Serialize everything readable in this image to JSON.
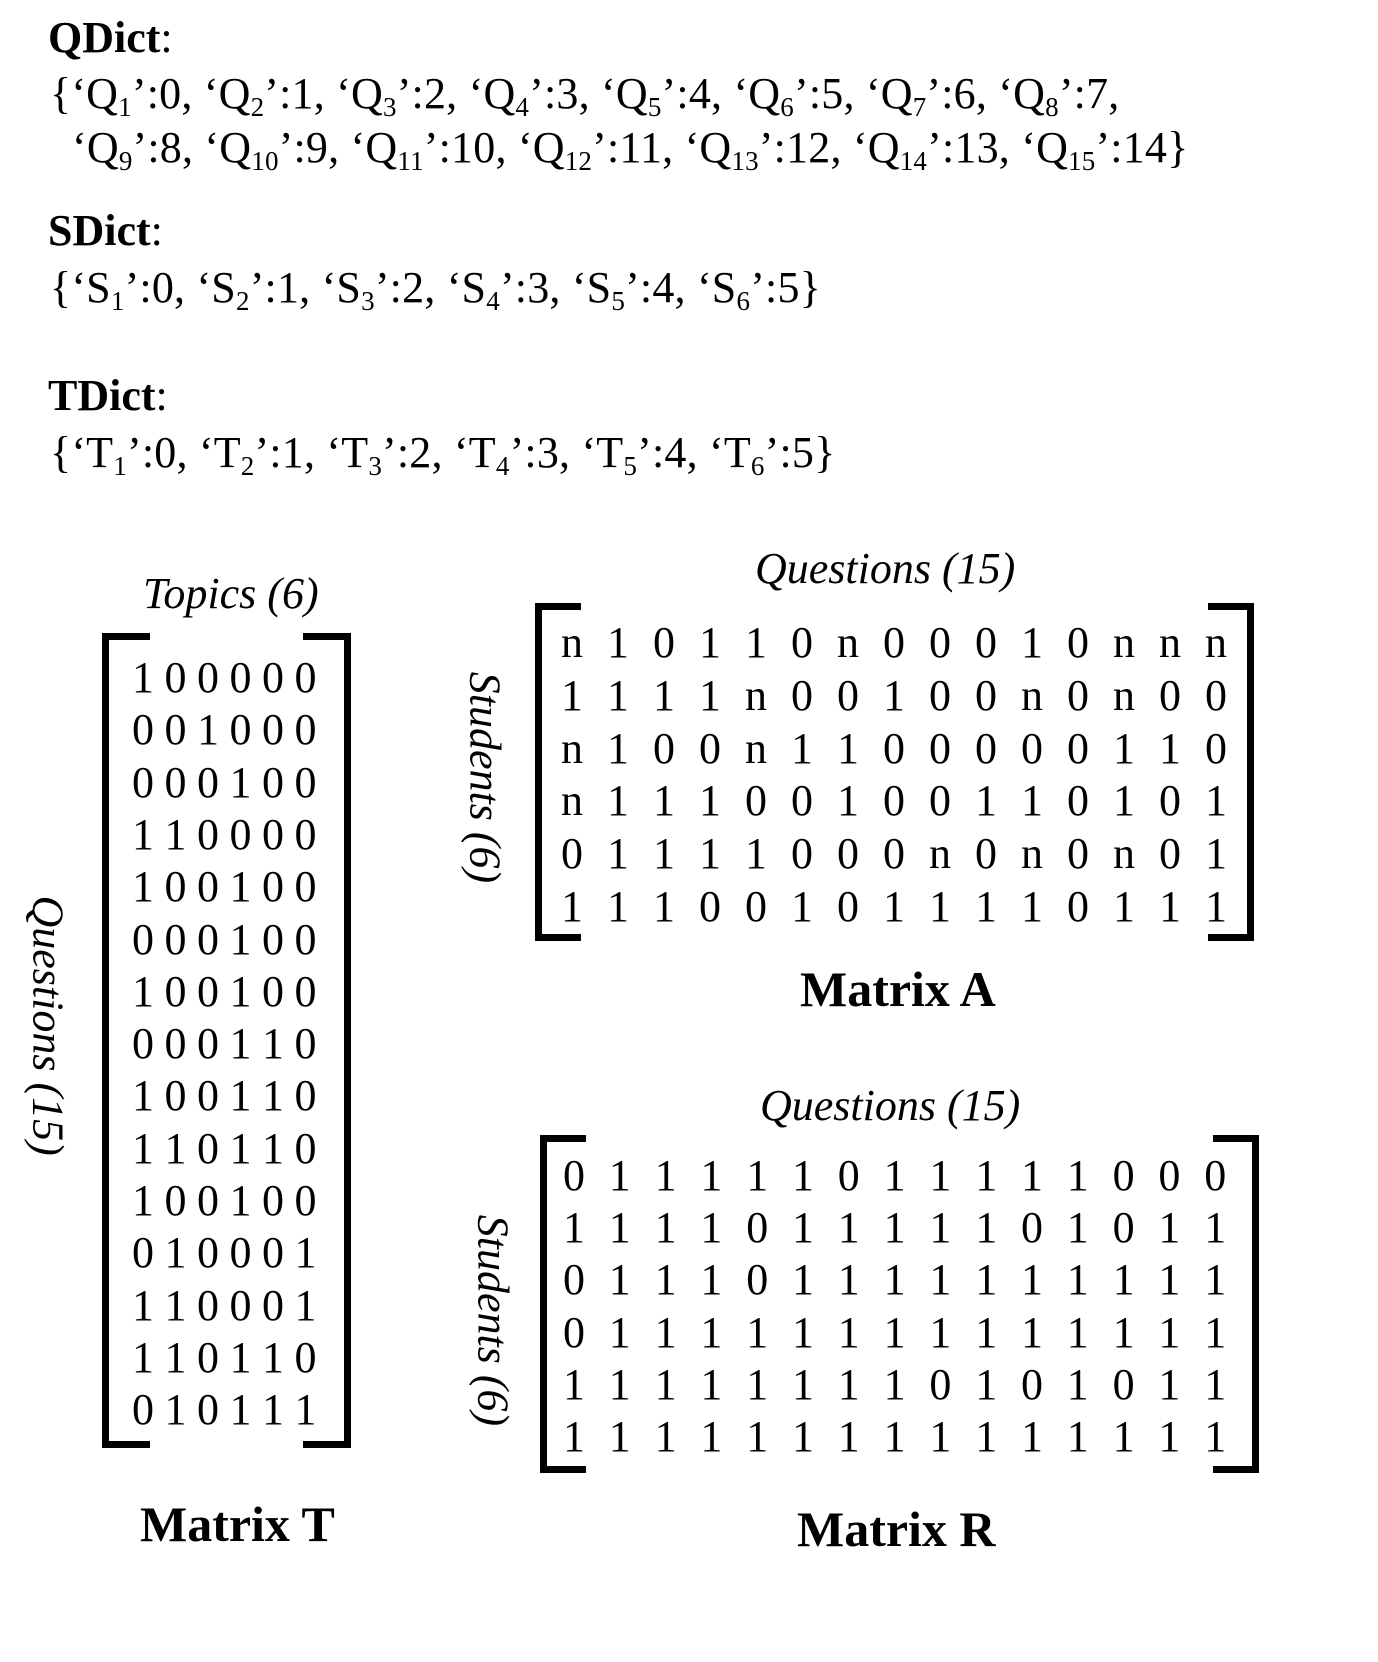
{
  "qdict": {
    "title": "QDict",
    "colon": ":",
    "open": "{",
    "close": "}",
    "line1": [
      {
        "p": "‘Q",
        "s": "1",
        "v": "’:0,"
      },
      {
        "p": "‘Q",
        "s": "2",
        "v": "’:1,"
      },
      {
        "p": "‘Q",
        "s": "3",
        "v": "’:2,"
      },
      {
        "p": "‘Q",
        "s": "4",
        "v": "’:3,"
      },
      {
        "p": "‘Q",
        "s": "5",
        "v": "’:4,"
      },
      {
        "p": "‘Q",
        "s": "6",
        "v": "’:5,"
      },
      {
        "p": "‘Q",
        "s": "7",
        "v": "’:6,"
      },
      {
        "p": "‘Q",
        "s": "8",
        "v": "’:7,"
      }
    ],
    "line2": [
      {
        "p": "‘Q",
        "s": "9",
        "v": "’:8,"
      },
      {
        "p": "‘Q",
        "s": "10",
        "v": "’:9,"
      },
      {
        "p": "‘Q",
        "s": "11",
        "v": "’:10,"
      },
      {
        "p": "‘Q",
        "s": "12",
        "v": "’:11,"
      },
      {
        "p": "‘Q",
        "s": "13",
        "v": "’:12,"
      },
      {
        "p": "‘Q",
        "s": "14",
        "v": "’:13,"
      },
      {
        "p": "‘Q",
        "s": "15",
        "v": "’:14"
      }
    ]
  },
  "sdict": {
    "title": "SDict",
    "colon": ":",
    "open": "{",
    "close": "}",
    "entries": [
      {
        "p": "‘S",
        "s": "1",
        "v": "’:0,"
      },
      {
        "p": "‘S",
        "s": "2",
        "v": "’:1,"
      },
      {
        "p": "‘S",
        "s": "3",
        "v": "’:2,"
      },
      {
        "p": "‘S",
        "s": "4",
        "v": "’:3,"
      },
      {
        "p": "‘S",
        "s": "5",
        "v": "’:4,"
      },
      {
        "p": "‘S",
        "s": "6",
        "v": "’:5"
      }
    ]
  },
  "tdict": {
    "title": "TDict",
    "colon": ":",
    "open": "{",
    "close": "}",
    "entries": [
      {
        "p": "‘T",
        "s": "1",
        "v": "’:0,"
      },
      {
        "p": "‘T",
        "s": "2",
        "v": "’:1,"
      },
      {
        "p": "‘T",
        "s": "3",
        "v": "’:2,"
      },
      {
        "p": "‘T",
        "s": "4",
        "v": "’:3,"
      },
      {
        "p": "‘T",
        "s": "5",
        "v": "’:4,"
      },
      {
        "p": "‘T",
        "s": "6",
        "v": "’:5"
      }
    ]
  },
  "matrix_t": {
    "caption": "Matrix T",
    "col_label": "Topics (6)",
    "row_label": "Questions (15)",
    "rows": [
      "100000",
      "001000",
      "000100",
      "110000",
      "100100",
      "000100",
      "100100",
      "000110",
      "100110",
      "110110",
      "100100",
      "010001",
      "110001",
      "110110",
      "010111"
    ]
  },
  "matrix_a": {
    "caption": "Matrix A",
    "col_label": "Questions (15)",
    "row_label": "Students (6)",
    "rows": [
      "n10110n00010nnn",
      "1111n0010 0n0n00",
      "n100n1100000110",
      "n11100100110101",
      "01111000n0n0n01",
      "111001011110111"
    ]
  },
  "matrix_r": {
    "caption": "Matrix R",
    "col_label": "Questions (15)",
    "row_label": "Students (6)",
    "rows": [
      "011111011111000",
      "111101111101011",
      "011101111111111",
      "011111111111111",
      "111111110101011",
      "111111111111111"
    ]
  }
}
